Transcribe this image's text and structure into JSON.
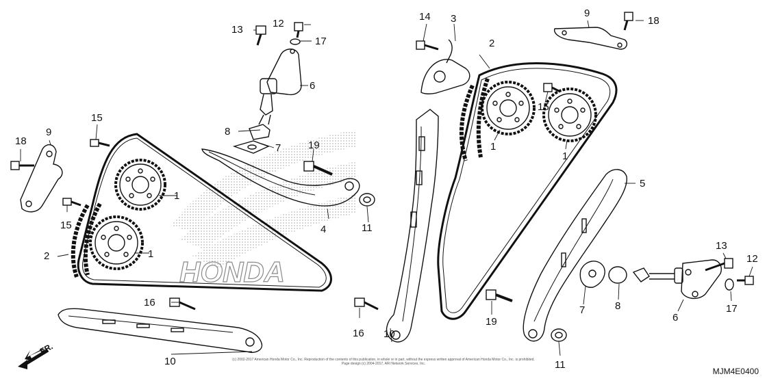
{
  "diagram": {
    "callouts": [
      "1",
      "1",
      "1",
      "1",
      "2",
      "2",
      "3",
      "4",
      "5",
      "6",
      "6",
      "7",
      "7",
      "8",
      "8",
      "9",
      "9",
      "10",
      "10",
      "11",
      "11",
      "12",
      "12",
      "13",
      "13",
      "14",
      "15",
      "15",
      "15",
      "16",
      "16",
      "17",
      "17",
      "18",
      "18",
      "19",
      "19"
    ],
    "watermark": "HONDA",
    "direction_label": "FR.",
    "copyright_line1": "(c) 2002-2017 American Honda Motor Co., Inc. Reproduction of the contents of this publication, in whole or in part, without the express written approval of American Honda Motor Co., Inc. is prohibited.",
    "copyright_line2": "Page design (c) 2004-2017, ARI Network Services, Inc.",
    "diagram_code": "MJM4E0400"
  }
}
